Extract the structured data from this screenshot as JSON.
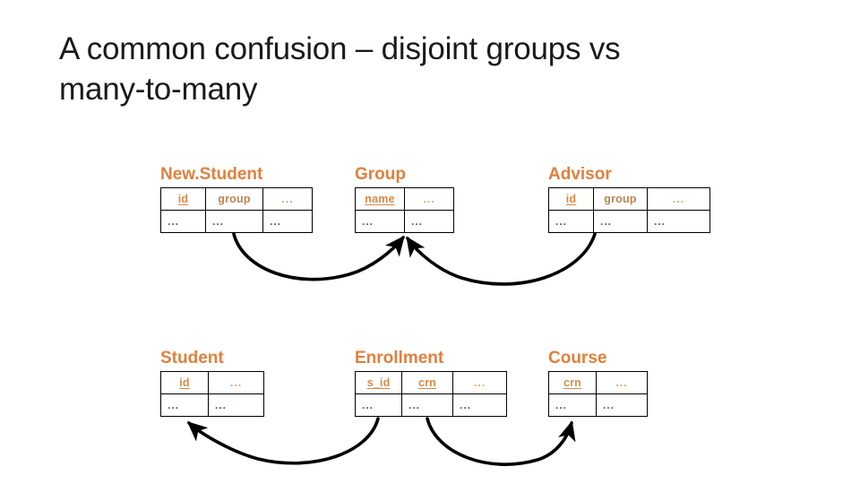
{
  "slide": {
    "title": "A common confusion – disjoint groups vs\nmany-to-many",
    "accent_name_color": "#E0803C",
    "accent_key_color": "#D98A46",
    "column_color": "#B98553",
    "ellipsis": "...",
    "background": "#FFFFFF"
  },
  "entities": [
    {
      "id": "new-student",
      "name": "New.Student",
      "columns": [
        {
          "label": "id",
          "key": true
        },
        {
          "label": "group",
          "key": false
        },
        {
          "label": "...",
          "key": false,
          "ellipsis": true
        }
      ],
      "rows": [
        [
          "...",
          "...",
          "..."
        ]
      ]
    },
    {
      "id": "group",
      "name": "Group",
      "columns": [
        {
          "label": "name",
          "key": true
        },
        {
          "label": "...",
          "key": false,
          "ellipsis": true
        }
      ],
      "rows": [
        [
          "...",
          "..."
        ]
      ]
    },
    {
      "id": "advisor",
      "name": "Advisor",
      "columns": [
        {
          "label": "id",
          "key": true
        },
        {
          "label": "group",
          "key": false
        },
        {
          "label": "...",
          "key": false,
          "ellipsis": true
        }
      ],
      "rows": [
        [
          "...",
          "...",
          "..."
        ]
      ]
    },
    {
      "id": "student",
      "name": "Student",
      "columns": [
        {
          "label": "id",
          "key": true
        },
        {
          "label": "...",
          "key": false,
          "ellipsis": true
        }
      ],
      "rows": [
        [
          "...",
          "..."
        ]
      ]
    },
    {
      "id": "enrollment",
      "name": "Enrollment",
      "columns": [
        {
          "label": "s_id",
          "key": true
        },
        {
          "label": "crn",
          "key": true
        },
        {
          "label": "...",
          "key": false,
          "ellipsis": true
        }
      ],
      "rows": [
        [
          "...",
          "...",
          "..."
        ]
      ]
    },
    {
      "id": "course",
      "name": "Course",
      "columns": [
        {
          "label": "crn",
          "key": true
        },
        {
          "label": "...",
          "key": false,
          "ellipsis": true
        }
      ],
      "rows": [
        [
          "...",
          "..."
        ]
      ]
    }
  ],
  "relationships": [
    {
      "id": "newstudent-group",
      "from": "New.Student.group",
      "to": "Group.name"
    },
    {
      "id": "advisor-group",
      "from": "Advisor.group",
      "to": "Group.name"
    },
    {
      "id": "enrollment-student",
      "from": "Enrollment.s_id",
      "to": "Student.id"
    },
    {
      "id": "enrollment-course",
      "from": "Enrollment.crn",
      "to": "Course.crn"
    }
  ]
}
